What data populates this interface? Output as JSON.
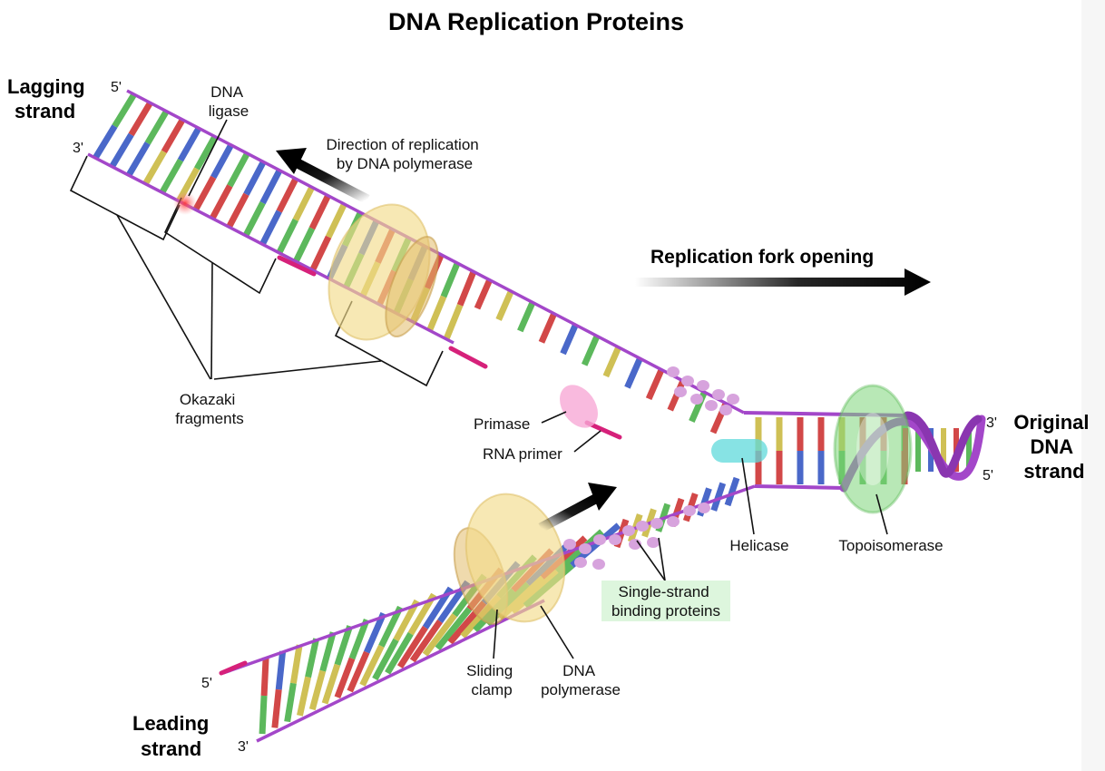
{
  "title": "DNA Replication Proteins",
  "labels": {
    "lagging": [
      "Lagging",
      "strand"
    ],
    "leading": [
      "Leading",
      "strand"
    ],
    "original": [
      "Original",
      "DNA",
      "strand"
    ],
    "dna_ligase": [
      "DNA",
      "ligase"
    ],
    "direction": [
      "Direction of replication",
      "by DNA polymerase"
    ],
    "fork_opening": "Replication fork opening",
    "okazaki": [
      "Okazaki",
      "fragments"
    ],
    "primase": "Primase",
    "rna_primer": "RNA primer",
    "helicase": "Helicase",
    "topoisomerase": "Topoisomerase",
    "ssb": [
      "Single-strand",
      "binding proteins"
    ],
    "sliding_clamp": [
      "Sliding",
      "clamp"
    ],
    "dna_polymerase": [
      "DNA",
      "polymerase"
    ]
  },
  "ends": {
    "lag_top": "5'",
    "lag_bottom": "3'",
    "lead_top": "5'",
    "lead_bottom": "3'",
    "orig_top": "3'",
    "orig_bottom": "5'"
  },
  "colors": {
    "backbone": "#a347c9",
    "base_red": "#d24848",
    "base_green": "#5cb85c",
    "base_blue": "#4a68c9",
    "base_yellow": "#cfc055",
    "primer": "#d6217a",
    "ssb": "#d7a3dd",
    "helicase": "#5fdadb",
    "topoisomerase": "#7ed67a",
    "primase": "#f7a9d6",
    "polymerase": "#f2dc8c",
    "clamp": "#d9b070",
    "ligase": "#ff6a6a",
    "ssb_label_bg": "#ddf6dd"
  }
}
